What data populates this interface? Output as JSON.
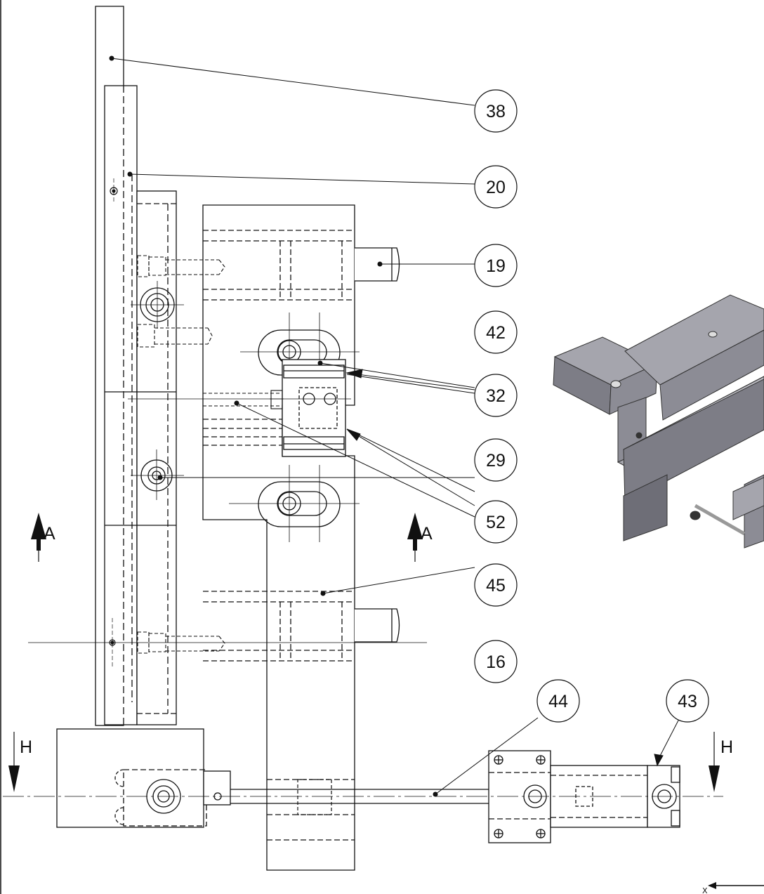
{
  "balloons": [
    {
      "id": "balloon-38",
      "label": "38"
    },
    {
      "id": "balloon-20",
      "label": "20"
    },
    {
      "id": "balloon-19",
      "label": "19"
    },
    {
      "id": "balloon-32",
      "label": "32"
    },
    {
      "id": "balloon-42",
      "label": "42"
    },
    {
      "id": "balloon-29",
      "label": "29"
    },
    {
      "id": "balloon-52",
      "label": "52"
    },
    {
      "id": "balloon-45",
      "label": "45"
    },
    {
      "id": "balloon-16",
      "label": "16"
    },
    {
      "id": "balloon-44",
      "label": "44"
    },
    {
      "id": "balloon-43",
      "label": "43"
    }
  ],
  "section_markers": {
    "a_left": "A",
    "a_right": "A",
    "h_left": "H",
    "h_right": "H"
  },
  "axis_label": "X",
  "colors": {
    "line": "#111111",
    "model_face_light": "#a5a5ad",
    "model_face_mid": "#8c8c95",
    "model_face_dark": "#6e6e77"
  }
}
